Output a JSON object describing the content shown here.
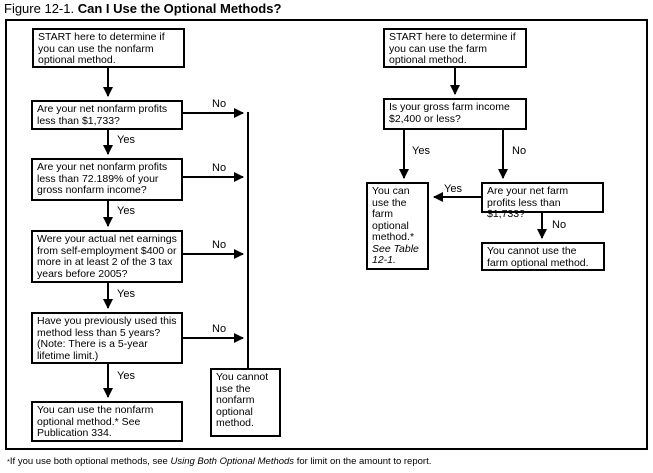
{
  "title": {
    "figure_label": "Figure 12-1.",
    "title_text": "Can I Use the Optional Methods?"
  },
  "labels": {
    "yes": "Yes",
    "no": "No"
  },
  "flows": {
    "nonfarm": {
      "start": "START here to determine if you can use the nonfarm optional method.",
      "q_profits": "Are your net nonfarm profits less than $1,733?",
      "q_percent": "Are your net nonfarm profits less than 72.189% of your gross nonfarm income?",
      "q_earnings": "Were your actual net earnings from self-employment $400 or more in at least 2 of the 3 tax years before 2005?",
      "q_used": "Have you previously used this method less than 5 years? (Note: There is a 5-year lifetime limit.)",
      "can_use": "You can use the nonfarm optional method.* See Publication 334.",
      "cannot_use": "You cannot use the nonfarm optional method."
    },
    "farm": {
      "start": "START here to determine if you can use the farm optional method.",
      "q_gross": "Is your gross farm income $2,400 or less?",
      "q_profits": "Are your net farm profits less than $1,733?",
      "can_use_main": "You can use the farm optional method.*",
      "can_use_italic": "See Table 12-1.",
      "cannot_use": "You cannot use the farm optional method."
    }
  },
  "footnote": {
    "asterisk": "*",
    "prefix": "If you use both optional methods, see ",
    "italic": "Using Both Optional Methods",
    "suffix": " for limit on the amount to report."
  },
  "colors": {
    "line": "#000000",
    "background": "#ffffff"
  }
}
